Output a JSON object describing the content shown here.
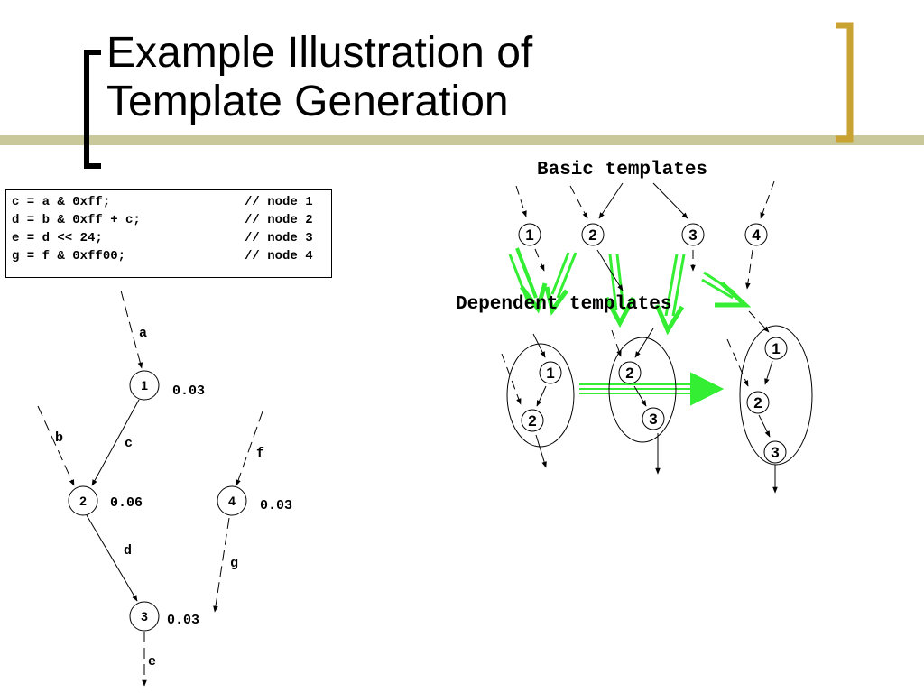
{
  "slide": {
    "title_line1": "Example Illustration of",
    "title_line2": "Template Generation",
    "accent_color": "#c8a232",
    "bar_color": "#c8c89a"
  },
  "code": [
    {
      "stmt": "c = a & 0xff;",
      "comment": "// node 1"
    },
    {
      "stmt": "d = b & 0xff + c;",
      "comment": "// node 2"
    },
    {
      "stmt": "e = d << 24;",
      "comment": "// node 3"
    },
    {
      "stmt": "g = f & 0xff00;",
      "comment": "// node 4"
    }
  ],
  "dfg": {
    "nodes": [
      {
        "id": "1",
        "weight": "0.03"
      },
      {
        "id": "2",
        "weight": "0.06"
      },
      {
        "id": "3",
        "weight": "0.03"
      },
      {
        "id": "4",
        "weight": "0.03"
      }
    ],
    "edges": {
      "a": "a",
      "b": "b",
      "c": "c",
      "d": "d",
      "e": "e",
      "f": "f",
      "g": "g"
    }
  },
  "templates": {
    "basic_label": "Basic templates",
    "dependent_label": "Dependent templates",
    "basic_nodes": [
      "1",
      "2",
      "3",
      "4"
    ],
    "dep1_nodes": [
      "1",
      "2"
    ],
    "dep2_nodes": [
      "2",
      "3"
    ],
    "dep3_nodes": [
      "1",
      "2",
      "3"
    ],
    "arrow_color": "#33ee33"
  }
}
